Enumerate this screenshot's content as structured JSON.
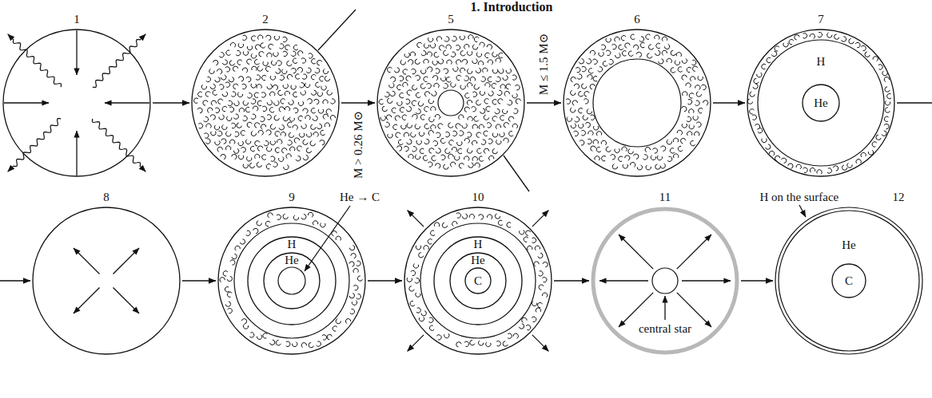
{
  "diagram": {
    "title": "1. Introduction",
    "nodes": [
      {
        "text": [
          "1"
        ]
      },
      {
        "text": [
          "2"
        ]
      },
      {
        "text": [
          "5"
        ]
      },
      {
        "text": [
          "6"
        ]
      },
      {
        "text": [
          "7",
          "H"
        ]
      },
      {
        "text": [
          "He"
        ],
        "in": 4
      },
      {
        "text": [
          "8"
        ]
      },
      {
        "text": [
          "9",
          "He → C"
        ]
      },
      {
        "text": [
          "H"
        ],
        "in": 7
      },
      {
        "text": [
          "He"
        ],
        "in": 8
      },
      {
        "text": [
          "10"
        ]
      },
      {
        "text": [
          "H"
        ],
        "in": 10
      },
      {
        "text": [
          "He"
        ],
        "in": 11
      },
      {
        "text": [
          "C"
        ],
        "in": 12
      },
      {
        "text": [
          "11",
          "central star"
        ]
      },
      {
        "text": [
          "12",
          "He"
        ]
      },
      {
        "text": [
          "C"
        ],
        "in": 15
      }
    ],
    "edges": [
      {
        "from": 0,
        "to": 1,
        "arrow": "to"
      },
      {
        "from": 1,
        "to": 2,
        "label": "M > 0.26 M⊙",
        "arrow": "to"
      },
      {
        "from": 2,
        "to": 3,
        "label": "M ≤ 1.5 M⊙",
        "arrow": "to"
      },
      {
        "from": 3,
        "to": 4,
        "arrow": "to"
      },
      {
        "from": 4,
        "to": 6,
        "arrow": "to"
      },
      {
        "from": 6,
        "to": 7,
        "arrow": "to"
      },
      {
        "from": 7,
        "to": 10,
        "arrow": "to"
      },
      {
        "from": 10,
        "to": 14,
        "arrow": "to"
      },
      {
        "from": 14,
        "to": 15,
        "arrow": "to"
      }
    ],
    "labels": [
      "H on the surface"
    ]
  }
}
